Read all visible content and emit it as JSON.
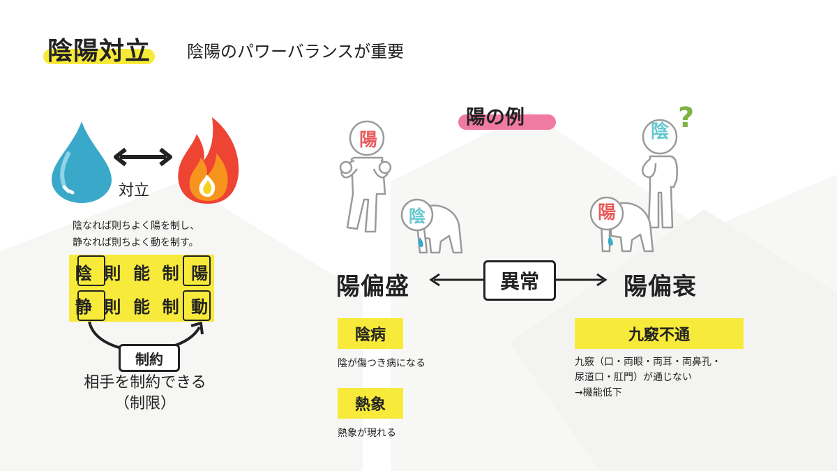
{
  "header": {
    "title": "陰陽対立",
    "subtitle": "陰陽のパワーバランスが重要"
  },
  "left": {
    "opposition_label": "対立",
    "quote_lines": [
      "陰なれば則ちよく陽を制し、",
      "静なれば則ちよく動を制す。"
    ],
    "grid_rows": [
      [
        "陰",
        "則",
        "能",
        "制",
        "陽"
      ],
      [
        "静",
        "則",
        "能",
        "制",
        "動"
      ]
    ],
    "restraint_label": "制約",
    "restraint_desc_lines": [
      "相手を制約できる",
      "（制限）"
    ]
  },
  "right": {
    "example_title": "陽の例",
    "abnormal_label": "異常",
    "left_state": "陽偏盛",
    "right_state": "陽偏衰",
    "figure_labels": {
      "yang": "陽",
      "yin": "陰",
      "question": "?"
    },
    "left_items": [
      {
        "term": "陰病",
        "desc": "陰が傷つき病になる"
      },
      {
        "term": "熱象",
        "desc": "熱象が現れる"
      }
    ],
    "right_item": {
      "term": "九竅不通",
      "desc_lines": [
        "九竅（口・両眼・両耳・両鼻孔・",
        "尿道口・肛門）が通じない",
        "→機能低下"
      ]
    }
  },
  "colors": {
    "highlight_yellow": "#f7ea3a",
    "highlight_pink": "#f07aa2",
    "yang_red": "#e85a5a",
    "yin_cyan": "#66c8cf",
    "water_blue": "#3aa9c9",
    "fire_red": "#ee4433",
    "fire_orange": "#f7941d",
    "question_green": "#7cb342"
  }
}
